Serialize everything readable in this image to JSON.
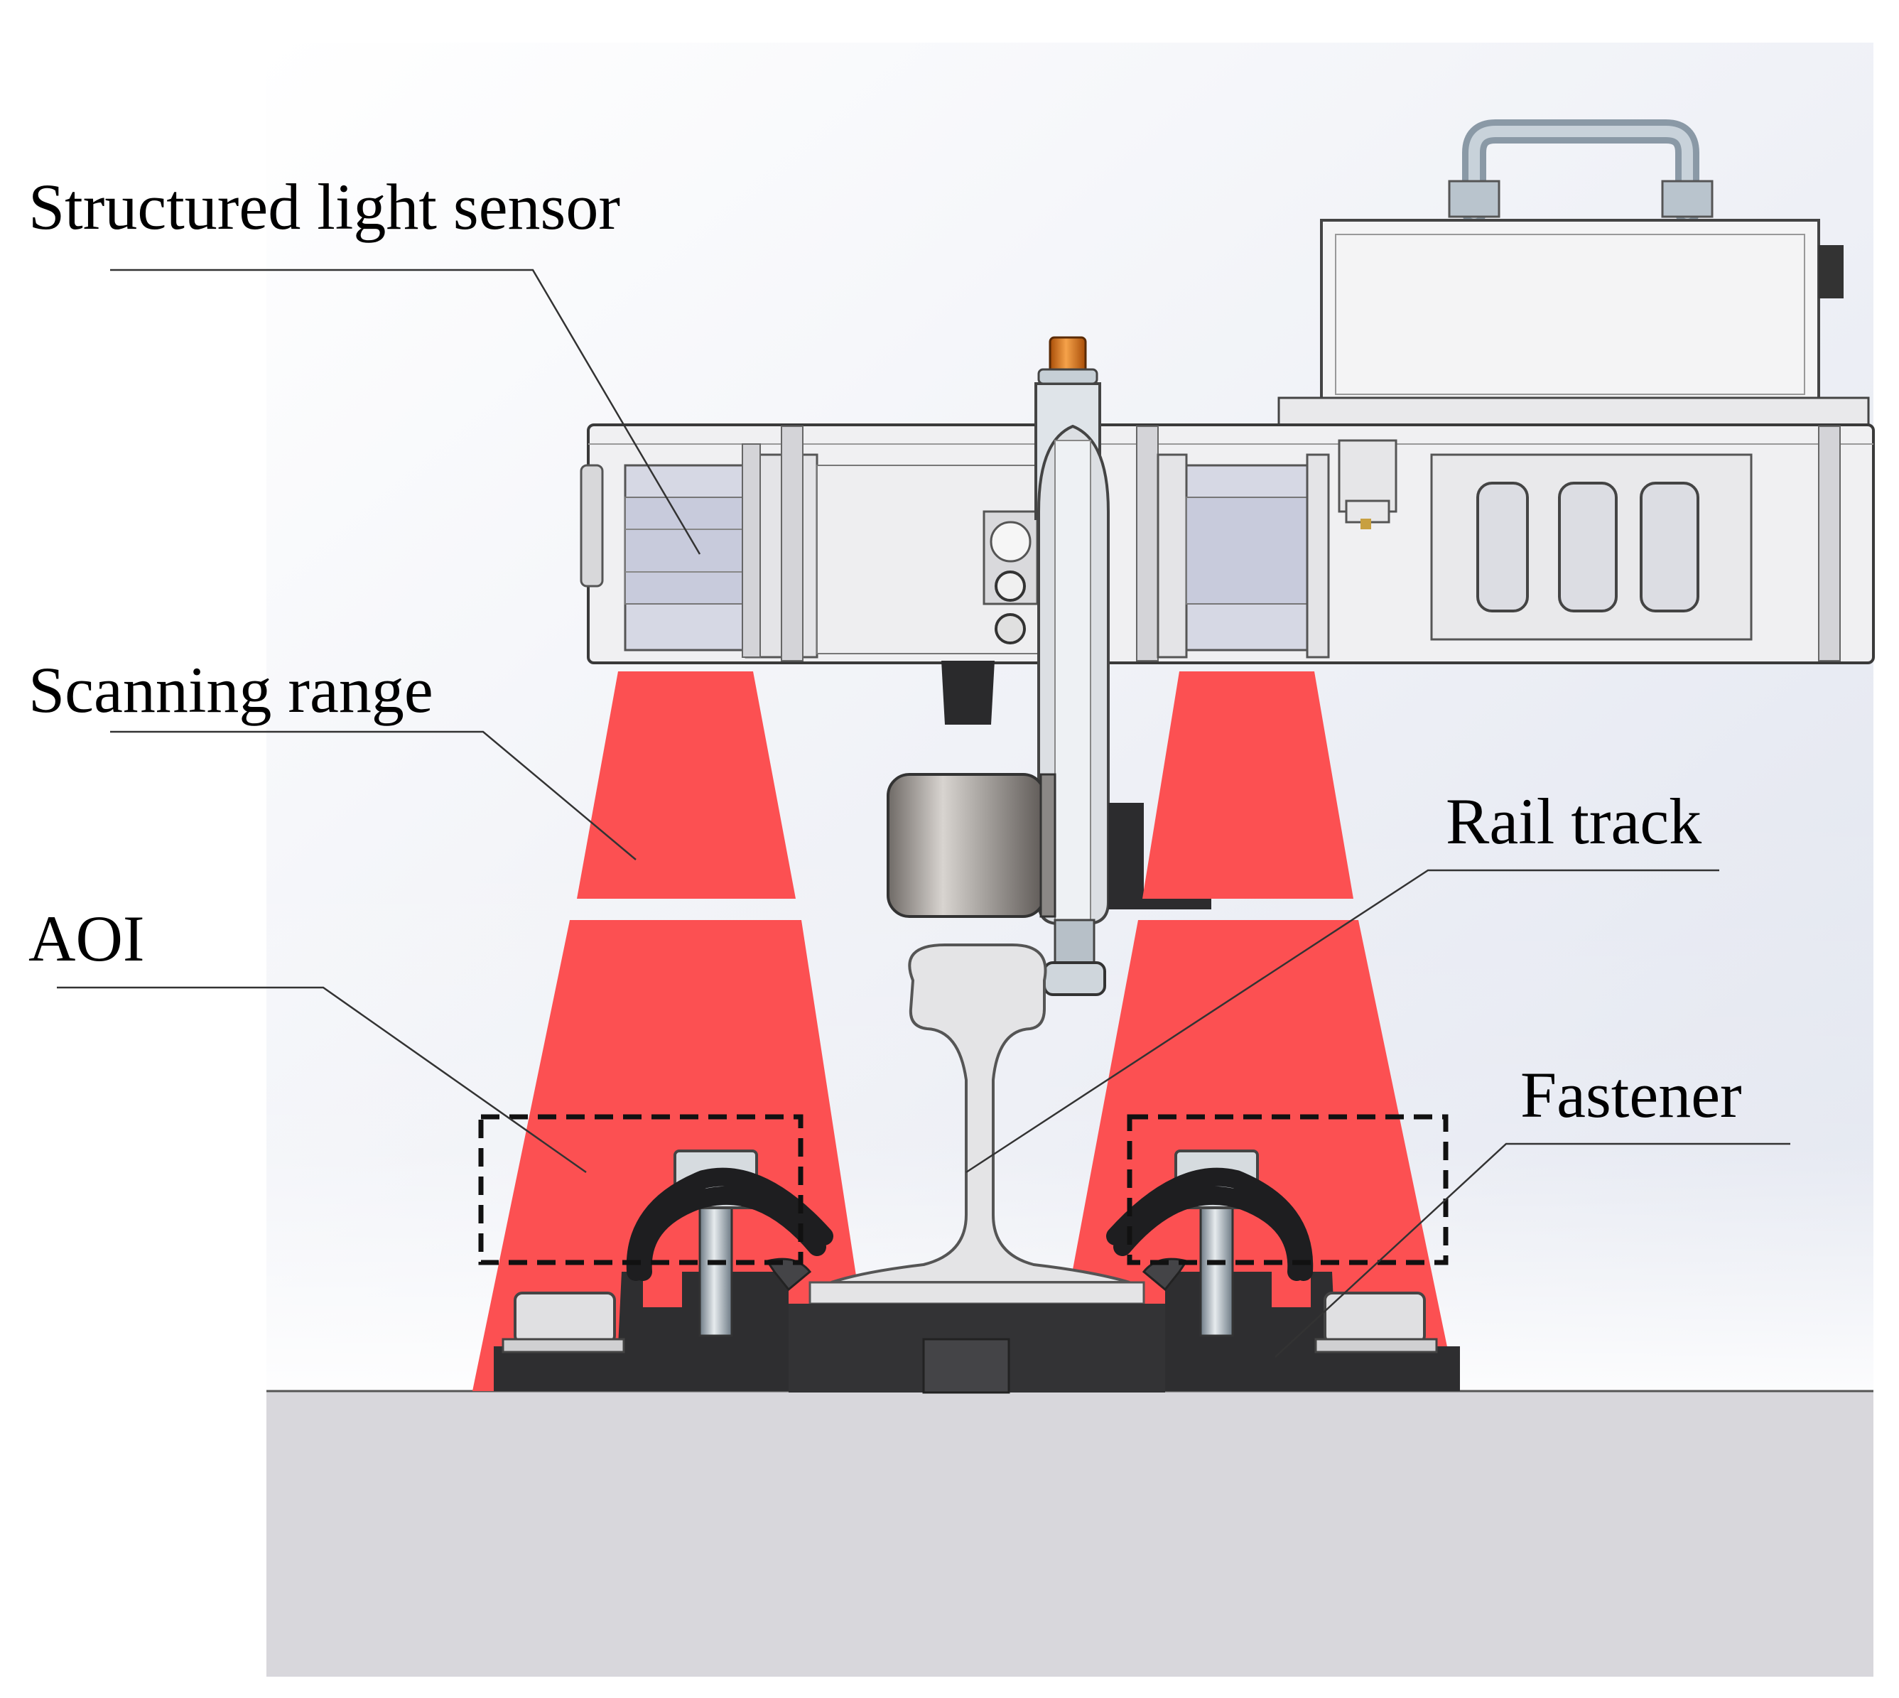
{
  "labels": {
    "sensor": "Structured light sensor",
    "scanning_range": "Scanning range",
    "aoi": "AOI",
    "rail_track": "Rail track",
    "fastener": "Fastener"
  },
  "colors": {
    "scan_red": "#fc5052",
    "ground": "#d8d7dc",
    "sensor_body": "#efeff1",
    "rail": "#e4e4e6",
    "fastener_dark": "#2c2c2e"
  }
}
